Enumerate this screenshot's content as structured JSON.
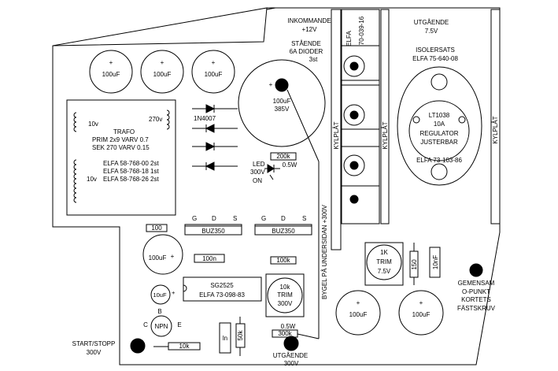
{
  "labels": {
    "inkommande": "INKOMMANDE",
    "plus12v": "+12V",
    "staende": "STÅENDE",
    "dioder": "6A DIODER",
    "dioder_qty": "3st",
    "elfa_vert": "ELFA",
    "elfa_vert_num": "70-039-16",
    "utgaende": "UTGÅENDE",
    "v75": "7.5V",
    "isolersats": "ISOLERSATS",
    "isolersats_elfa": "ELFA  75-640-08",
    "reg_name": "LT1038",
    "reg_amp": "10A",
    "reg_type": "REGULATOR",
    "reg_adj": "JUSTERBAR",
    "reg_elfa": "ELFA  73-103-86",
    "kylplat": "KYLPLÅT",
    "cap100": "100uF",
    "cap_big_val": "100uF",
    "cap_big_v": "385V",
    "trafo": "TRAFO",
    "prim": "PRIM  2x9  VARV  0.7",
    "sek": "SEK  270  VARV  0.15",
    "elfa1": "ELFA  58-768-00  2st",
    "elfa2": "ELFA  58-768-18  1st",
    "elfa3": "ELFA  58-768-26  2st",
    "v10": "10v",
    "v270": "270v",
    "in4007": "1N4007",
    "led": "LED",
    "v300": "300V",
    "on": "ON",
    "r200k": "200k",
    "w05": "0.5W",
    "bygel": "BYGEL PÅ UNDERSIDAN +300V",
    "gds_g": "G",
    "gds_d": "D",
    "gds_s": "S",
    "buz": "BUZ350",
    "r100": "100",
    "r100n": "100n",
    "r100k": "100k",
    "sg": "SG2525",
    "sg_elfa": "ELFA  73-098-83",
    "trim10k": "10k",
    "trim_word": "TRIM",
    "trim300": "300V",
    "trim1k": "1K",
    "trim75": "7.5V",
    "r150": "150",
    "c10nf": "10nF",
    "gemensam": "GEMENSAM",
    "opunkt": "O-PUNKT",
    "kortets": "KORTETS",
    "fastskruv": "FÄSTSKRUV",
    "b": "B",
    "c": "C",
    "e": "E",
    "npn": "NPN",
    "r10k": "10k",
    "ln": "ln",
    "r50k": "50k",
    "r300k": "300k",
    "w05b": "0.5W",
    "startstopp": "START/STOPP",
    "v300b": "300V",
    "utgaende_b": "UTGÅENDE",
    "v300c": "300V",
    "plus": "+"
  }
}
